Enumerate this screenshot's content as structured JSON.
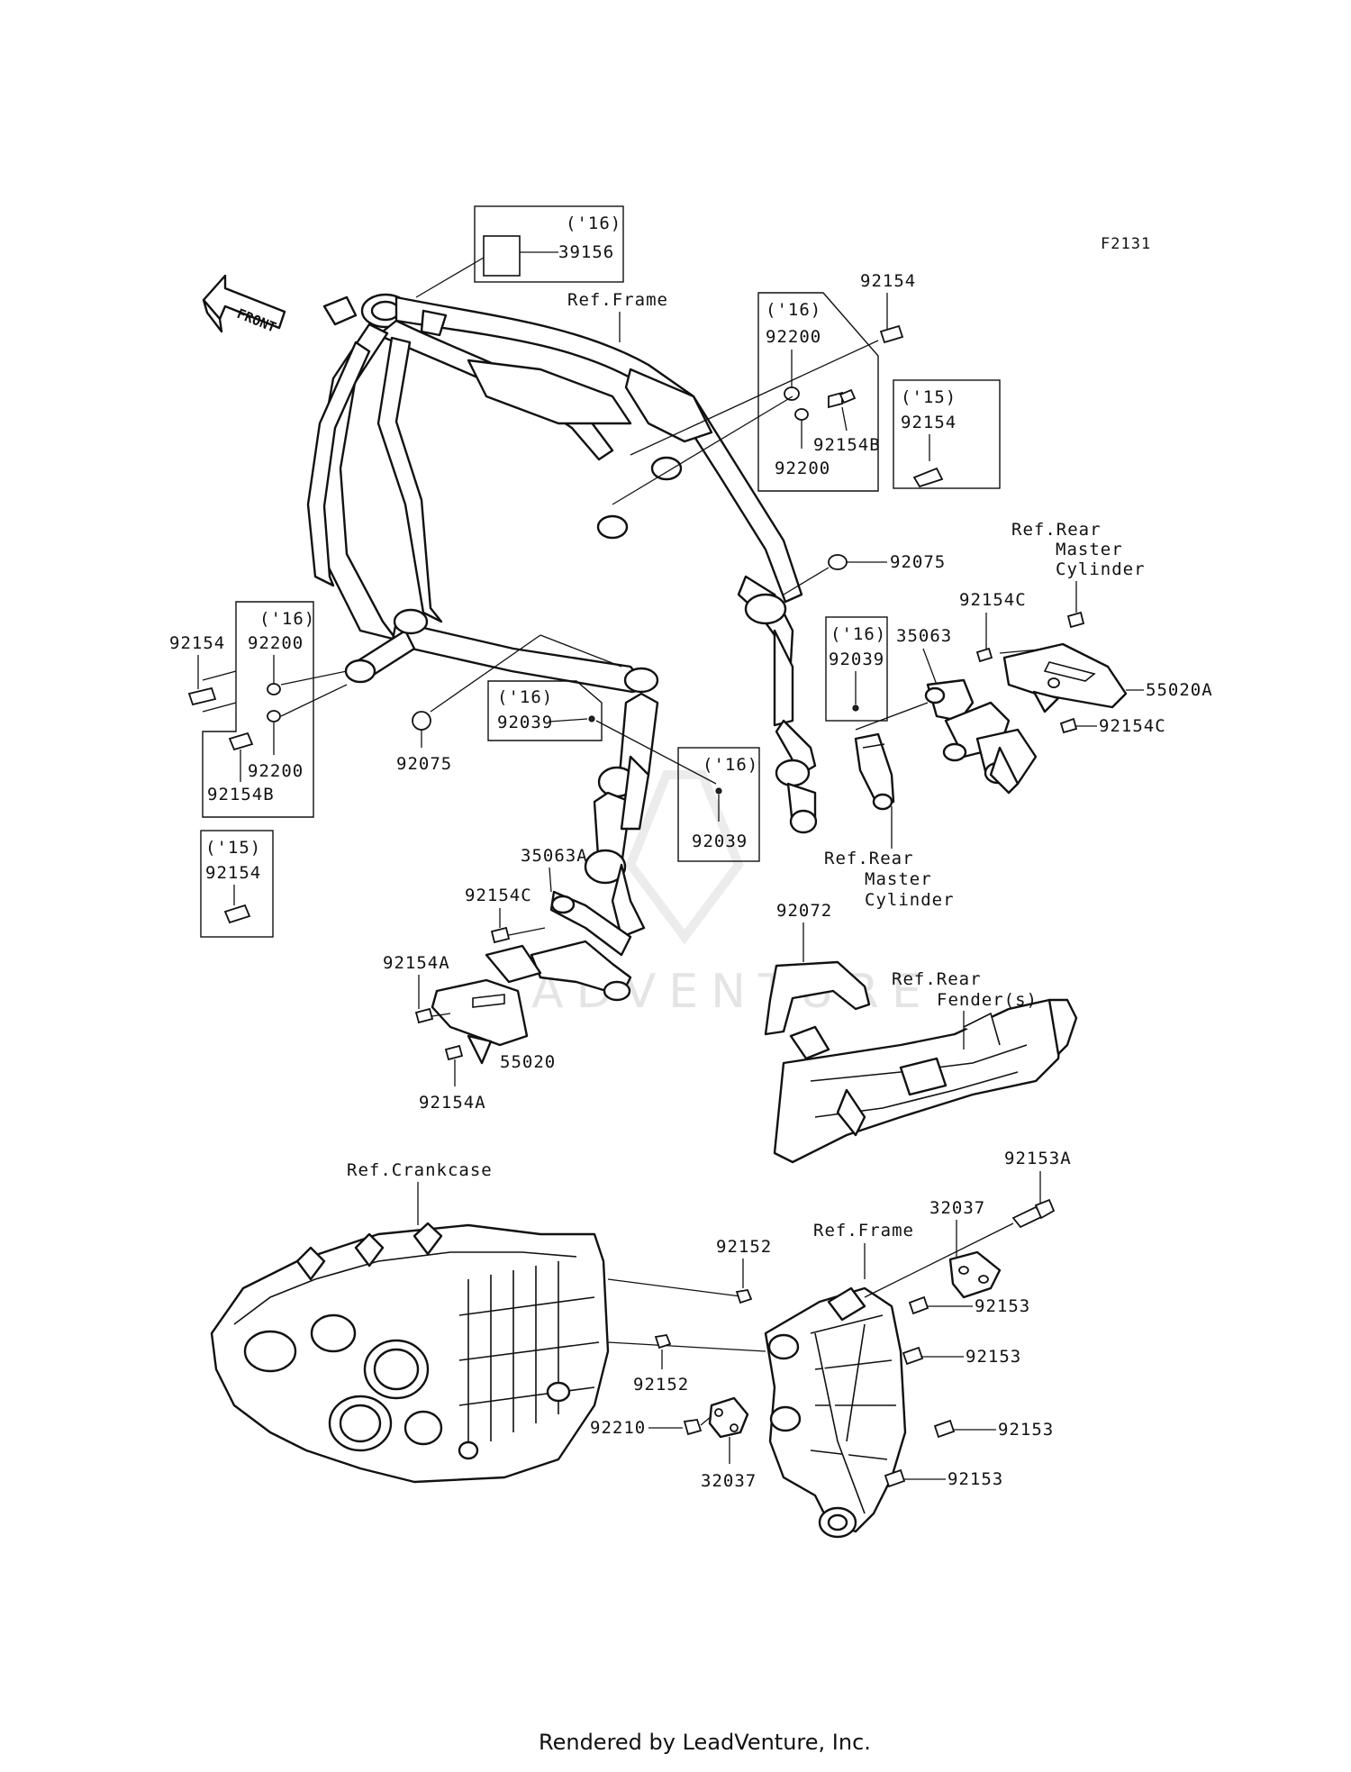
{
  "figure_code": "F2131",
  "front_arrow": "FRONT",
  "year_tags": {
    "y16": "('16)",
    "y15": "('15)"
  },
  "parts": {
    "p39156": "39156",
    "p92154": "92154",
    "p92154A": "92154A",
    "p92154B": "92154B",
    "p92154C": "92154C",
    "p92200": "92200",
    "p92075": "92075",
    "p92039": "92039",
    "p35063": "35063",
    "p35063A": "35063A",
    "p55020": "55020",
    "p55020A": "55020A",
    "p92072": "92072",
    "p92152": "92152",
    "p92153": "92153",
    "p92153A": "92153A",
    "p32037": "32037",
    "p92210": "92210"
  },
  "references": {
    "frame": "Ref.Frame",
    "rear_master_cylinder": [
      "Ref.Rear",
      "Master",
      "Cylinder"
    ],
    "rear_fender": [
      "Ref.Rear",
      "Fender(s)"
    ],
    "crankcase": "Ref.Crankcase"
  },
  "watermark": "ADVENTURE",
  "footer": "Rendered by LeadVenture, Inc."
}
